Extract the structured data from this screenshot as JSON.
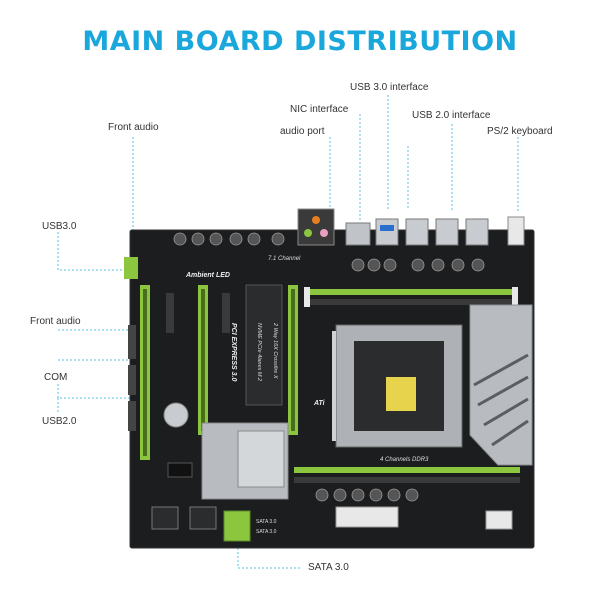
{
  "title": "MAIN BOARD DISTRIBUTION",
  "labels": {
    "front_audio_top": "Front audio",
    "nic_interface": "NIC interface",
    "usb30_interface": "USB 3.0 interface",
    "audio_port": "audio port",
    "usb20_interface": "USB 2.0 interface",
    "ps2_keyboard": "PS/2 keyboard",
    "usb30_left": "USB3.0",
    "front_audio_left": "Front audio",
    "com": "COM",
    "usb20_left": "USB2.0",
    "sata30": "SATA 3.0"
  },
  "board_silkscreen": {
    "channel_label": "7.1 Channel",
    "ambient_led": "Ambient LED",
    "pci_express": "PCI EXPRESS 3.0",
    "nvme": "NVME PCIe 4lanes M.2",
    "crossfire": "2 Way 16X Crossfire X",
    "ati": "ATi",
    "ddr3": "4 Channels DDR3",
    "sata_a": "SATA 3.0",
    "sata_b": "SATA 3.0"
  },
  "colors": {
    "title": "#1aa7dc",
    "leader": "#58c1e3",
    "pcb": "#1b1d1f",
    "slot_green": "#8cc63f",
    "heatsink": "#b8bcc0"
  }
}
